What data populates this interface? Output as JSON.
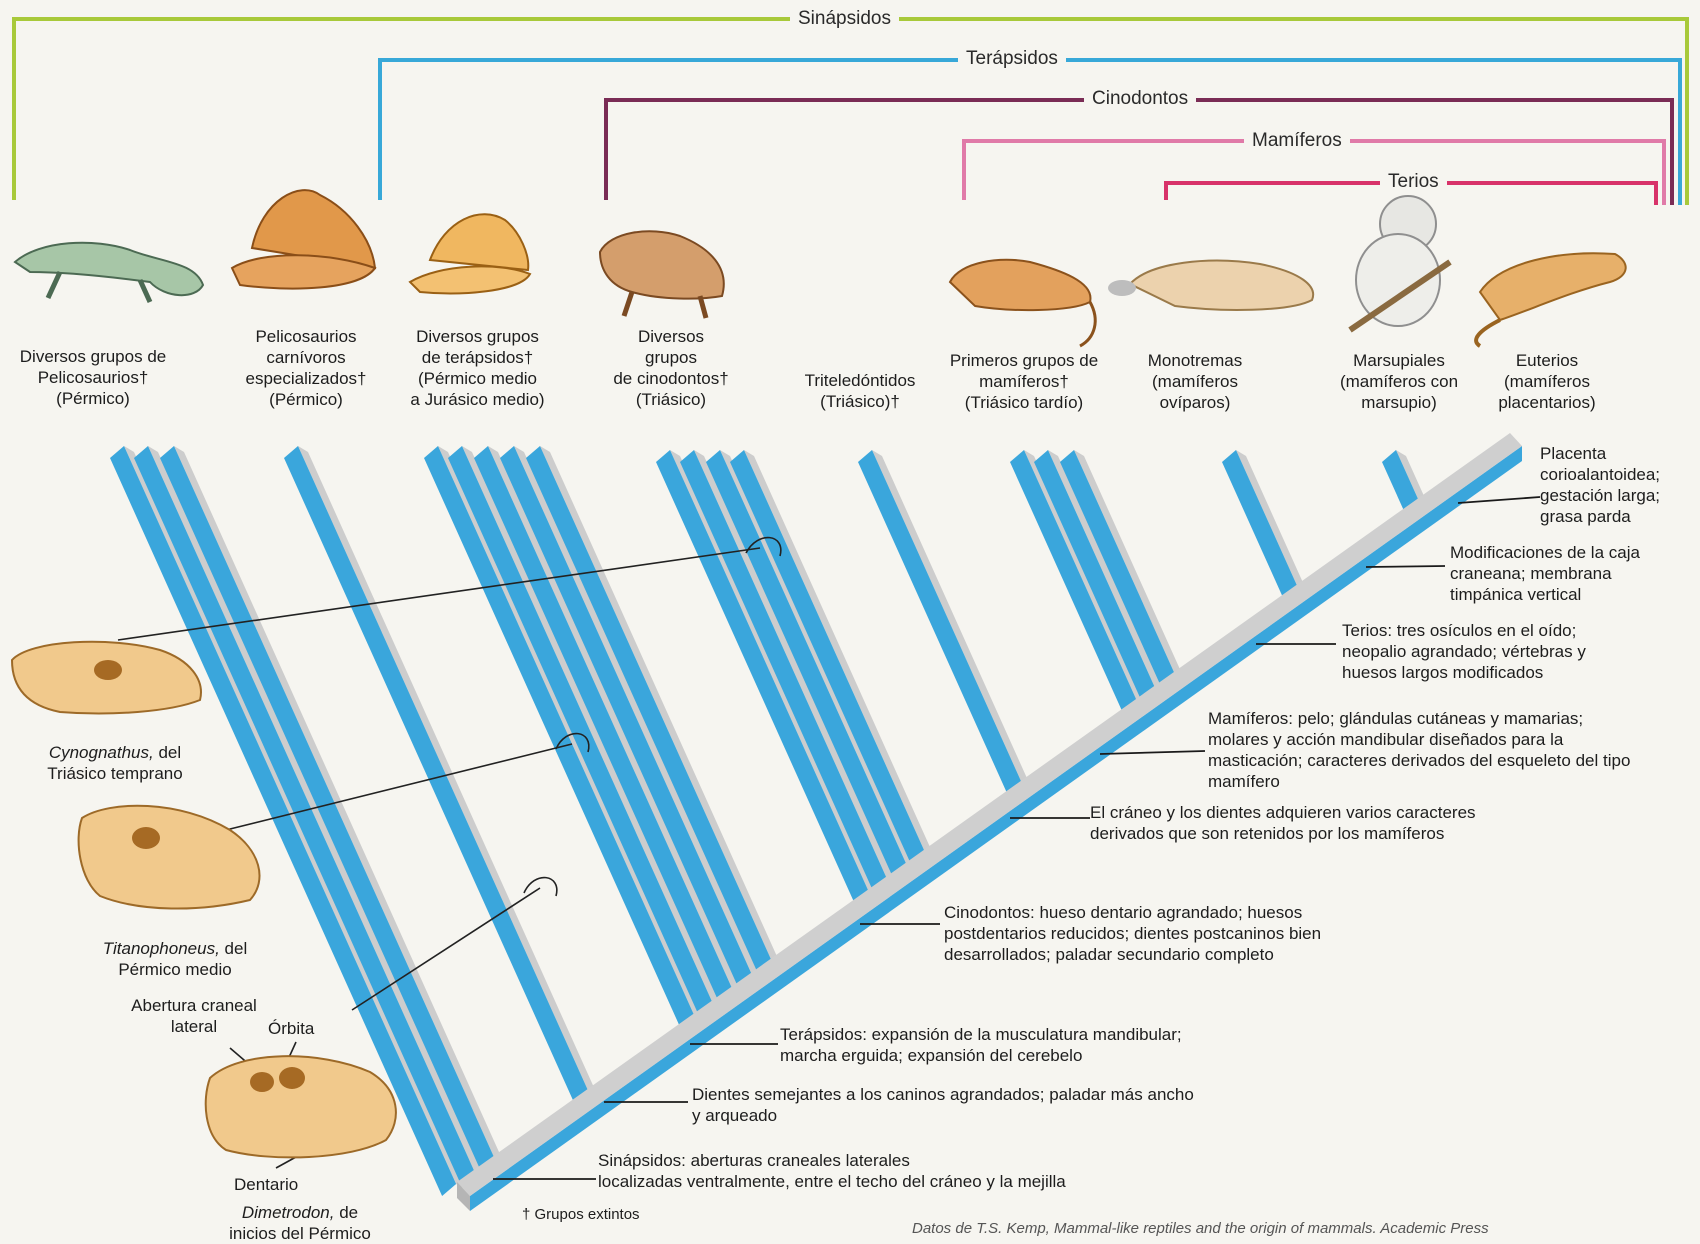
{
  "clades": [
    {
      "id": "sinapsidos",
      "label": "Sinápsidos",
      "color": "#a8c93a"
    },
    {
      "id": "terapsidos",
      "label": "Terápsidos",
      "color": "#38a8d8"
    },
    {
      "id": "cinodontos",
      "label": "Cinodontos",
      "color": "#7a2c55"
    },
    {
      "id": "mamiferos",
      "label": "Mamíferos",
      "color": "#e07aa8"
    },
    {
      "id": "terios",
      "label": "Terios",
      "color": "#d8336a"
    }
  ],
  "taxa": [
    {
      "id": "pelicosaurios",
      "lines": [
        "Diversos grupos de",
        "Pelicosaurios†",
        "(Pérmico)"
      ],
      "icon": "lizard-icon"
    },
    {
      "id": "pelicosaurios-carnivoros",
      "lines": [
        "Pelicosaurios",
        "carnívoros",
        "especializados†",
        "(Pérmico)"
      ],
      "icon": "dimetrodon-icon"
    },
    {
      "id": "terapsidos",
      "lines": [
        "Diversos grupos",
        "de terápsidos†",
        "(Pérmico medio",
        "a Jurásico medio)"
      ],
      "icon": "therapsid-icon"
    },
    {
      "id": "cinodontos",
      "lines": [
        "Diversos",
        "grupos",
        "de cinodontos†",
        "(Triásico)"
      ],
      "icon": "cynodont-icon"
    },
    {
      "id": "triteledontidos",
      "lines": [
        "Triteledóntidos",
        "(Triásico)†"
      ],
      "icon": ""
    },
    {
      "id": "primeros-mamiferos",
      "lines": [
        "Primeros grupos de",
        "mamíferos†",
        "(Triásico tardío)"
      ],
      "icon": "early-mammal-icon"
    },
    {
      "id": "monotremas",
      "lines": [
        "Monotremas",
        "(mamíferos",
        "ovíparos)"
      ],
      "icon": "platypus-icon"
    },
    {
      "id": "marsupiales",
      "lines": [
        "Marsupiales",
        "(mamíferos con",
        "marsupio)"
      ],
      "icon": "koala-icon"
    },
    {
      "id": "euterios",
      "lines": [
        "Euterios",
        "(mamíferos",
        "placentarios)"
      ],
      "icon": "weasel-icon"
    }
  ],
  "characters": [
    {
      "id": "placenta",
      "lines": [
        "Placenta",
        "corioalantoidea;",
        "gestación larga;",
        "grasa parda"
      ]
    },
    {
      "id": "caja-craneana",
      "lines": [
        "Modificaciones de la caja",
        "craneana; membrana",
        "timpánica vertical"
      ]
    },
    {
      "id": "terios",
      "lines": [
        "Terios: tres osículos en el oído;",
        "neopalio agrandado; vértebras y",
        "huesos largos modificados"
      ]
    },
    {
      "id": "mamiferos",
      "lines": [
        "Mamíferos: pelo; glándulas cutáneas y mamarias;",
        "molares y acción mandibular diseñados para la",
        "masticación; caracteres derivados del esqueleto del tipo",
        "mamífero"
      ]
    },
    {
      "id": "craneo-dientes",
      "lines": [
        "El cráneo y los dientes adquieren varios caracteres",
        "derivados que son retenidos por los mamíferos"
      ]
    },
    {
      "id": "cinodontos",
      "lines": [
        "Cinodontos: hueso dentario agrandado; huesos",
        "postdentarios reducidos; dientes postcaninos bien",
        "desarrollados; paladar secundario completo"
      ]
    },
    {
      "id": "terapsidos",
      "lines": [
        "Terápsidos: expansión de la musculatura mandibular;",
        "marcha erguida; expansión del cerebelo"
      ]
    },
    {
      "id": "caninos",
      "lines": [
        "Dientes semejantes a los caninos agrandados; paladar más ancho",
        "y arqueado"
      ]
    },
    {
      "id": "sinapsidos",
      "lines": [
        "Sinápsidos: aberturas craneales laterales",
        "localizadas ventralmente, entre el techo del cráneo y la mejilla"
      ]
    }
  ],
  "skulls": [
    {
      "id": "cynognathus",
      "name": "Cynognathus,",
      "rest": " del",
      "line2": "Triásico temprano"
    },
    {
      "id": "titanophoneus",
      "name": "Titanophoneus,",
      "rest": " del",
      "line2": "Pérmico medio"
    },
    {
      "id": "dimetrodon",
      "name": "Dimetrodon,",
      "rest": " de",
      "line2": "inicios del Pérmico"
    }
  ],
  "skull_labels": {
    "abertura": [
      "Abertura craneal",
      "lateral"
    ],
    "orbita": "Órbita",
    "dentario": "Dentario"
  },
  "footnote": "† Grupos extintos",
  "credit": "Datos de T.S. Kemp, Mammal-like reptiles and the origin of mammals. Academic Press"
}
